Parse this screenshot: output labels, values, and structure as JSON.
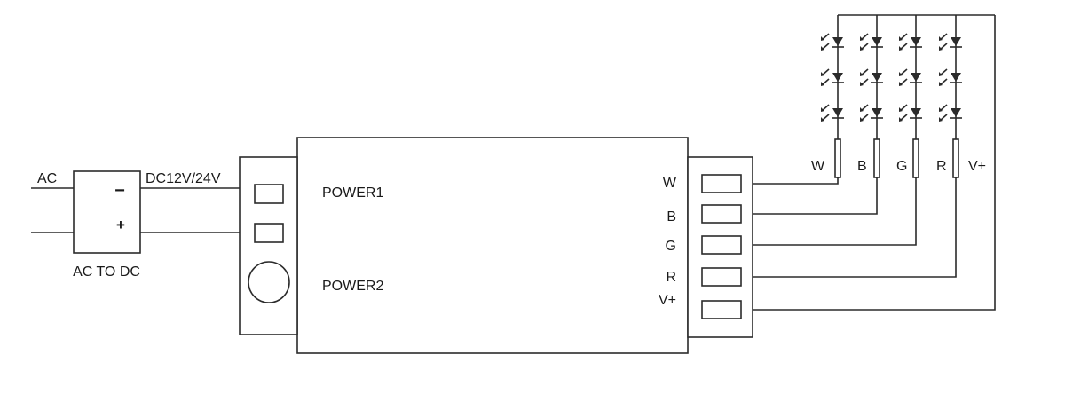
{
  "colors": {
    "line": "#2b2b2b",
    "text": "#1a1a1a",
    "background": "#ffffff"
  },
  "converter": {
    "input_label": "AC",
    "output_label": "DC12V/24V",
    "minus_sign": "−",
    "plus_sign": "+",
    "caption": "AC TO DC"
  },
  "controller": {
    "power1_label": "POWER1",
    "power2_label": "POWER2",
    "output_terminals": [
      {
        "id": "w",
        "label": "W"
      },
      {
        "id": "b",
        "label": "B"
      },
      {
        "id": "g",
        "label": "G"
      },
      {
        "id": "r",
        "label": "R"
      },
      {
        "id": "v",
        "label": "V+"
      }
    ]
  },
  "led_strip": {
    "leds_per_channel": 3,
    "channels": [
      {
        "id": "w",
        "label": "W"
      },
      {
        "id": "b",
        "label": "B"
      },
      {
        "id": "g",
        "label": "G"
      },
      {
        "id": "r",
        "label": "R"
      }
    ],
    "common_label": "V+"
  }
}
